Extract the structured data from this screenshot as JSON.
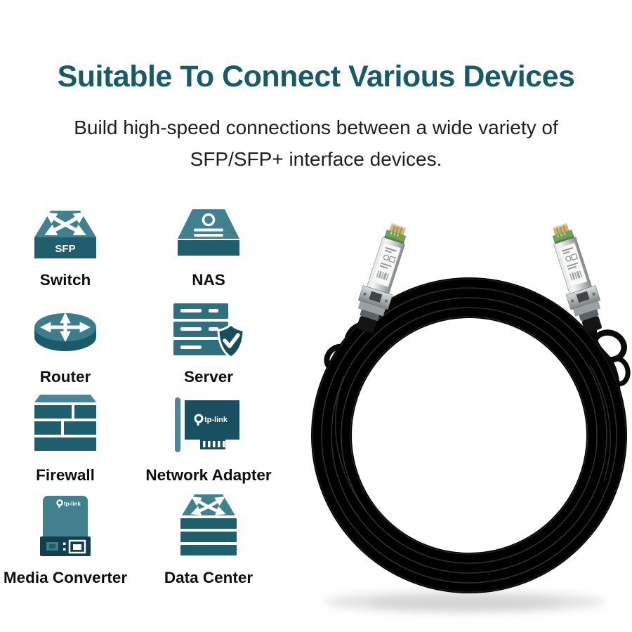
{
  "header": {
    "title": "Suitable To Connect Various Devices",
    "subtitle_line1": "Build high-speed connections between a wide variety of",
    "subtitle_line2": "SFP/SFP+ interface devices."
  },
  "devices": [
    {
      "label": "Switch",
      "badge": "SFP"
    },
    {
      "label": "NAS"
    },
    {
      "label": "Router"
    },
    {
      "label": "Server"
    },
    {
      "label": "Firewall"
    },
    {
      "label": "Network Adapter",
      "brand": "tp-link"
    },
    {
      "label": "Media Converter",
      "brand": "tp-link"
    },
    {
      "label": "Data Center"
    }
  ],
  "colors": {
    "title_teal": "#175b69",
    "icon_teal_light": "#41808f",
    "icon_teal_dark": "#1e5e6d",
    "icon_teal_medium": "#2f6f7e",
    "icon_teal_deep": "#123f4d",
    "shield_teal": "#174e5d",
    "cable_black": "#0d0d0d",
    "label_black": "#0f0f0f"
  }
}
